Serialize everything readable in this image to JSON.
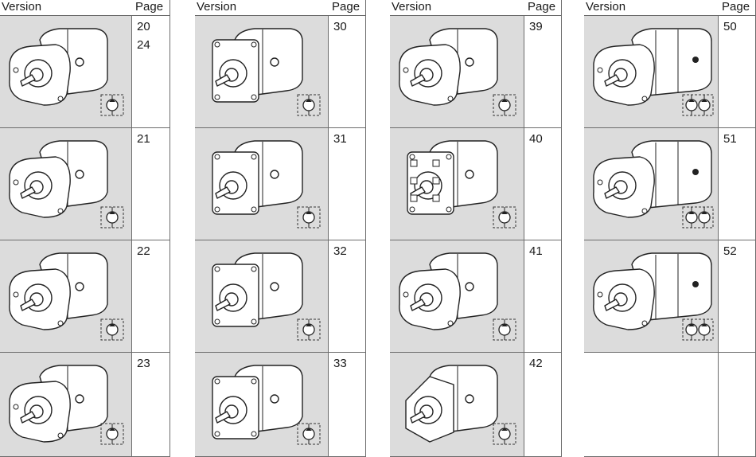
{
  "headers": {
    "version": "Version",
    "page": "Page"
  },
  "columns": [
    {
      "rows": [
        {
          "pages": [
            "20",
            "24"
          ],
          "pump": "pump-round-flange-keyed",
          "symbol": "single-pump-symbol"
        },
        {
          "pages": [
            "21"
          ],
          "pump": "pump-round-flange-keyed",
          "symbol": "single-pump-symbol"
        },
        {
          "pages": [
            "22"
          ],
          "pump": "pump-round-flange-plain",
          "symbol": "single-pump-symbol"
        },
        {
          "pages": [
            "23"
          ],
          "pump": "pump-round-flange-plain",
          "symbol": "single-pump-symbol"
        }
      ]
    },
    {
      "rows": [
        {
          "pages": [
            "30"
          ],
          "pump": "pump-square-flange",
          "symbol": "single-pump-symbol"
        },
        {
          "pages": [
            "31"
          ],
          "pump": "pump-square-flange",
          "symbol": "single-pump-symbol"
        },
        {
          "pages": [
            "32"
          ],
          "pump": "pump-rect-flange",
          "symbol": "single-pump-symbol"
        },
        {
          "pages": [
            "33"
          ],
          "pump": "pump-rect-flange",
          "symbol": "single-pump-symbol"
        }
      ]
    },
    {
      "rows": [
        {
          "pages": [
            "39"
          ],
          "pump": "pump-oval-flange",
          "symbol": "single-pump-symbol"
        },
        {
          "pages": [
            "40"
          ],
          "pump": "pump-gear-adapter",
          "symbol": "single-pump-symbol"
        },
        {
          "pages": [
            "41"
          ],
          "pump": "pump-oval-flange",
          "symbol": "single-pump-symbol"
        },
        {
          "pages": [
            "42"
          ],
          "pump": "pump-hex-nut",
          "symbol": "single-pump-symbol"
        }
      ]
    },
    {
      "rows": [
        {
          "pages": [
            "50"
          ],
          "pump": "tandem-pump",
          "symbol": "double-pump-symbol"
        },
        {
          "pages": [
            "51"
          ],
          "pump": "tandem-pump",
          "symbol": "double-pump-symbol"
        },
        {
          "pages": [
            "52"
          ],
          "pump": "tandem-pump-large",
          "symbol": "double-pump-symbol"
        },
        {
          "pages": [],
          "pump": "",
          "symbol": ""
        }
      ]
    }
  ]
}
